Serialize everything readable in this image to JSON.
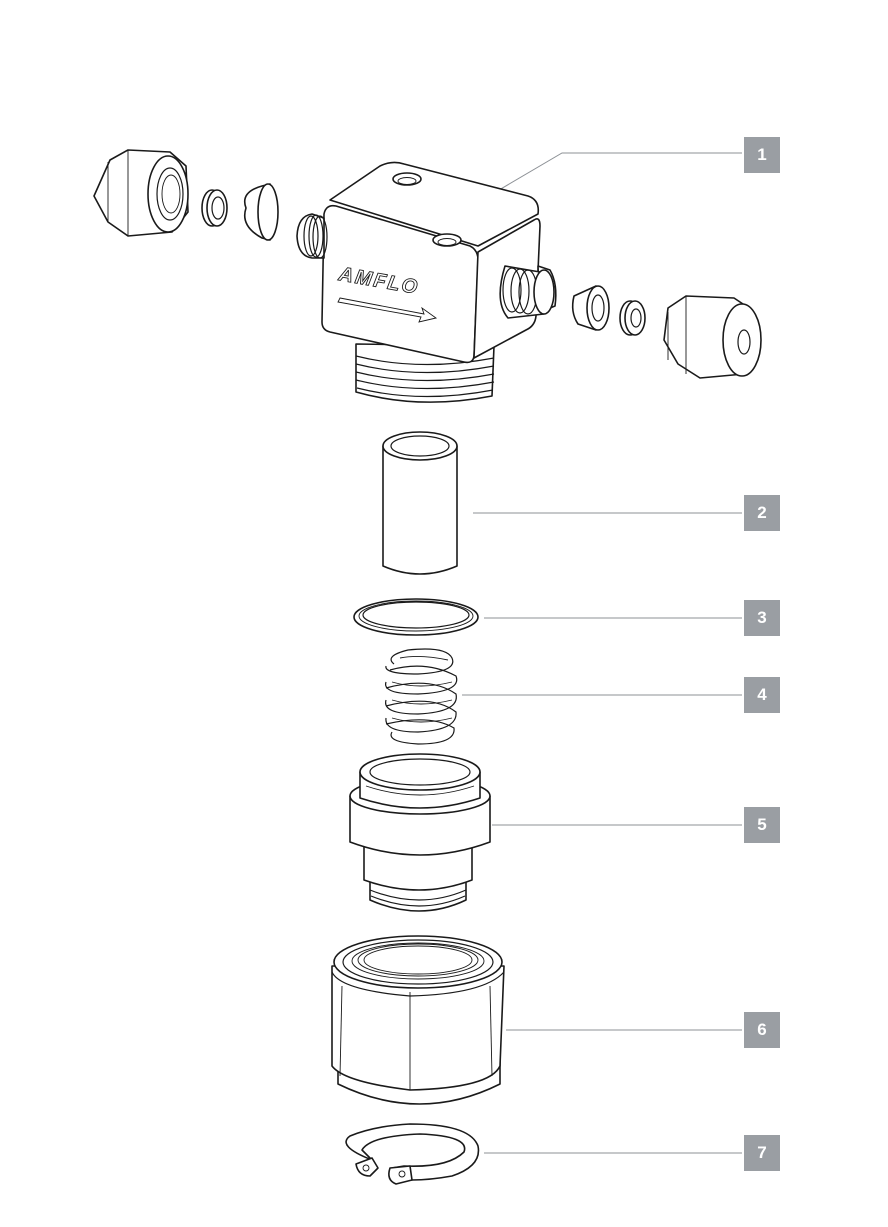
{
  "brand": {
    "logo_text": "AMFLO"
  },
  "callouts": [
    "1",
    "2",
    "3",
    "4",
    "5",
    "6",
    "7"
  ],
  "colors": {
    "callout_bg": "#9a9ea3",
    "callout_text": "#ffffff",
    "line": "#1a1a1a",
    "leader": "#8d9196"
  }
}
